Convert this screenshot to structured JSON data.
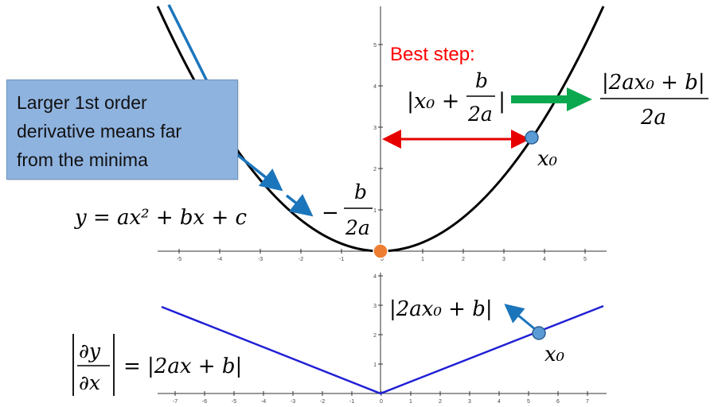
{
  "callout": {
    "text": "Larger 1st order\nderivative means far\nfrom the minima"
  },
  "labels": {
    "best_step": "Best step:",
    "upper_curve_eq": "y = ax² + bx + c",
    "minimum_minus": "−",
    "frac_b": "b",
    "frac_2a": "2a",
    "abs_expr_left": "|x₀ +",
    "abs_expr_right": "|",
    "result_numerator": "|2ax₀ + b|",
    "result_denominator": "2a",
    "x0_upper": "x₀",
    "lower_expr": "|2ax₀ + b|",
    "x0_lower": "x₀",
    "deriv_num": "∂y",
    "deriv_den": "∂x",
    "deriv_rhs": "= |2ax + b|"
  },
  "upper_axis": {
    "x_ticks": [
      "-5",
      "-4",
      "-3",
      "-2",
      "-1",
      "0",
      "1",
      "2",
      "3",
      "4",
      "5"
    ],
    "y_ticks": [
      "1",
      "2",
      "3",
      "4",
      "5"
    ]
  },
  "lower_axis": {
    "x_ticks": [
      "-7",
      "-6",
      "-5",
      "-4",
      "-3",
      "-2",
      "-1",
      "0",
      "1",
      "2",
      "3",
      "4",
      "5",
      "6",
      "7"
    ],
    "y_ticks": [
      "1",
      "2",
      "3",
      "4"
    ]
  },
  "colors": {
    "parabola": "#000000",
    "abs_line": "#1f1fd6",
    "blue_arrow": "#1b75bb",
    "red_arrow": "#e60000",
    "green_arrow": "#0aa84f",
    "minimum_point": "#ed7d31",
    "x0_point": "#5b9bd5",
    "best_step_text": "#ff0000"
  }
}
